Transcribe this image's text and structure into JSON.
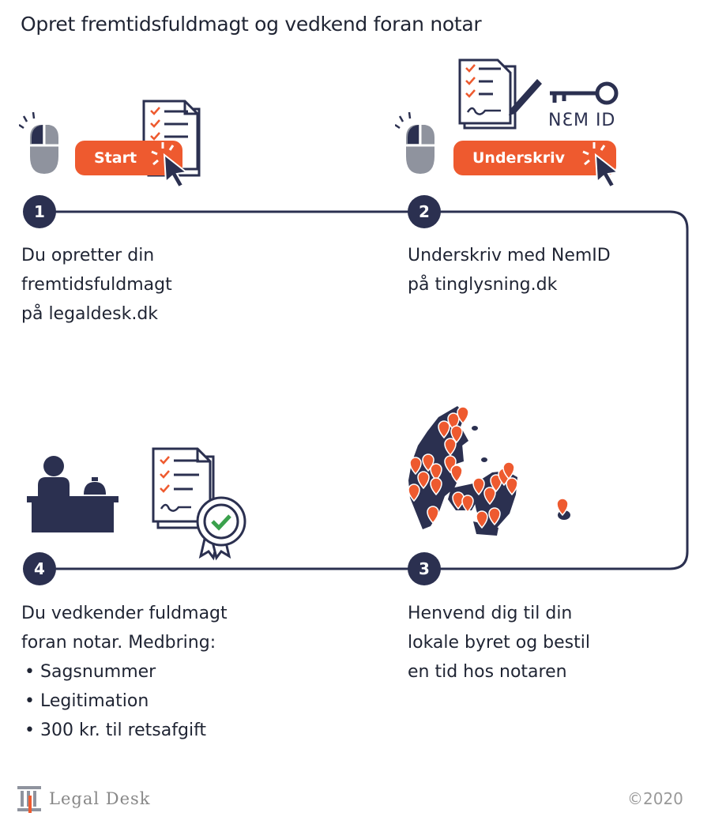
{
  "title": "Opret fremtidsfuldmagt og vedkend foran notar",
  "steps": [
    {
      "number": "1",
      "button": "Start",
      "lines": [
        "Du opretter din",
        "fremtidsfuldmagt",
        "på legaldesk.dk"
      ]
    },
    {
      "number": "2",
      "button": "Underskriv",
      "badge": "NƐM ID",
      "lines": [
        "Underskriv med NemID",
        "på tinglysning.dk"
      ]
    },
    {
      "number": "3",
      "lines": [
        "Henvend dig til din",
        "lokale byret og bestil",
        "en tid hos notaren"
      ]
    },
    {
      "number": "4",
      "lines": [
        "Du vedkender fuldmagt",
        "foran notar. Medbring:"
      ],
      "bullets": [
        "Sagsnummer",
        "Legitimation",
        "300 kr. til retsafgift"
      ]
    }
  ],
  "footer": {
    "logo": "Legal Desk",
    "copyright": "©2020"
  },
  "colors": {
    "navy": "#2b3050",
    "accent": "#ee5a2f",
    "grey": "#8f939e"
  },
  "icons": [
    "mouse-icon",
    "document-checklist-icon",
    "cursor-click-icon",
    "signing-pen-icon",
    "key-icon",
    "denmark-map-icon",
    "location-pin-icon",
    "reception-desk-icon",
    "service-bell-icon",
    "certified-document-icon",
    "seal-check-icon",
    "columns-logo-icon"
  ]
}
